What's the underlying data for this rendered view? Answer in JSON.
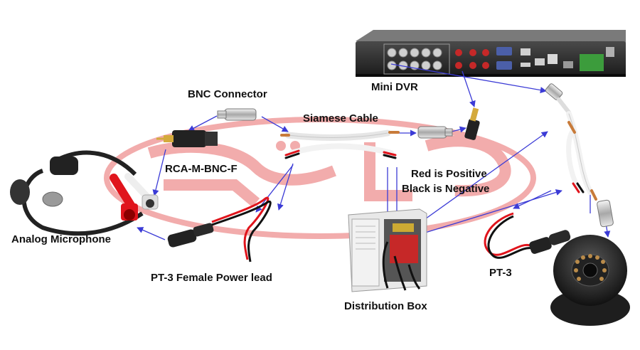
{
  "labels": {
    "mini_dvr": "Mini DVR",
    "bnc_connector": "BNC Connector",
    "siamese_cable": "Siamese Cable",
    "rca_m_bnc_f": "RCA-M-BNC-F",
    "red_positive": "Red is Positive",
    "black_negative": "Black is Negative",
    "analog_microphone": "Analog Microphone",
    "pt3_female_power_lead": "PT-3 Female Power lead",
    "distribution_box": "Distribution Box",
    "pt3": "PT-3"
  },
  "colors": {
    "connector_line": "#3b3bd6",
    "wire_red": "#e0141c",
    "wire_black": "#111111",
    "cable_white": "#f2f2f2",
    "watermark": "#e86a6a",
    "dvr_body": "#2a2a2a"
  }
}
